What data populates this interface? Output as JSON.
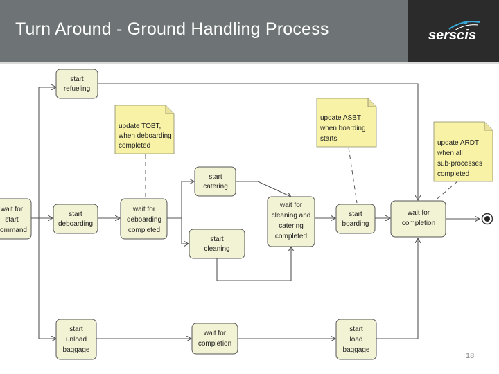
{
  "header": {
    "title": "Turn Around  - Ground Handling Process",
    "logo_text": "serscis",
    "logo_icon": "satellite-swoosh-icon"
  },
  "diagram": {
    "nodes": {
      "wait_for_start_command": [
        "wait for",
        "start",
        "command"
      ],
      "start_refueling": [
        "start",
        "refueling"
      ],
      "start_deboarding": [
        "start",
        "deboarding"
      ],
      "wait_for_deboarding_completed": [
        "wait for",
        "deboarding",
        "completed"
      ],
      "start_catering": [
        "start",
        "catering"
      ],
      "start_cleaning": [
        "start",
        "cleaning"
      ],
      "wait_for_cleaning_and_catering_completed": [
        "wait for",
        "cleaning and",
        "catering",
        "completed"
      ],
      "start_boarding": [
        "start",
        "boarding"
      ],
      "wait_for_completion": [
        "wait for",
        "completion"
      ],
      "start_unload_baggage": [
        "start",
        "unload",
        "baggage"
      ],
      "wait_for_completion_baggage": [
        "wait for",
        "completion"
      ],
      "start_load_baggage": [
        "start",
        "load",
        "baggage"
      ]
    },
    "notes": {
      "update_tobt": [
        "update TOBT,",
        "when deboarding",
        "completed"
      ],
      "update_asbt": [
        "update ASBT",
        "when boarding",
        "starts"
      ],
      "update_ardt": [
        "update ARDT",
        "when all",
        "sub-processes",
        "completed"
      ]
    }
  },
  "footer": {
    "slide_number": "18"
  },
  "colors": {
    "title_bar": "#6e7476",
    "logo_bg": "#2b2b2b",
    "node_fill": "#f2f2d4",
    "note_fill": "#f7f2a6"
  }
}
